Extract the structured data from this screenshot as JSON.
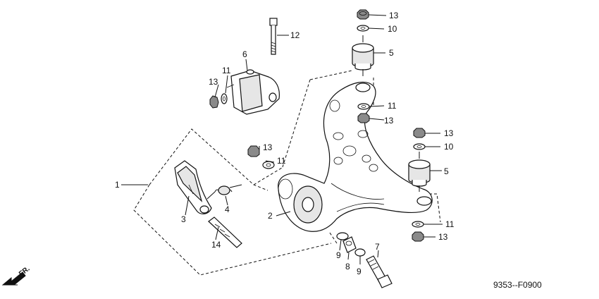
{
  "diagram": {
    "callouts": [
      {
        "id": "c1",
        "label": "1"
      },
      {
        "id": "c2",
        "label": "2"
      },
      {
        "id": "c3",
        "label": "3"
      },
      {
        "id": "c4",
        "label": "4"
      },
      {
        "id": "c5a",
        "label": "5"
      },
      {
        "id": "c5b",
        "label": "5"
      },
      {
        "id": "c6",
        "label": "6"
      },
      {
        "id": "c7",
        "label": "7"
      },
      {
        "id": "c8",
        "label": "8"
      },
      {
        "id": "c9a",
        "label": "9"
      },
      {
        "id": "c9b",
        "label": "9"
      },
      {
        "id": "c10a",
        "label": "10"
      },
      {
        "id": "c10b",
        "label": "10"
      },
      {
        "id": "c11a",
        "label": "11"
      },
      {
        "id": "c11b",
        "label": "11"
      },
      {
        "id": "c11c",
        "label": "11"
      },
      {
        "id": "c11d",
        "label": "11"
      },
      {
        "id": "c11e",
        "label": "11"
      },
      {
        "id": "c12",
        "label": "12"
      },
      {
        "id": "c13a",
        "label": "13"
      },
      {
        "id": "c13b",
        "label": "13"
      },
      {
        "id": "c13c",
        "label": "13"
      },
      {
        "id": "c13d",
        "label": "13"
      },
      {
        "id": "c13e",
        "label": "13"
      },
      {
        "id": "c14",
        "label": "14"
      }
    ],
    "direction_label": "FR.",
    "diagram_code": "9353--F0900"
  }
}
